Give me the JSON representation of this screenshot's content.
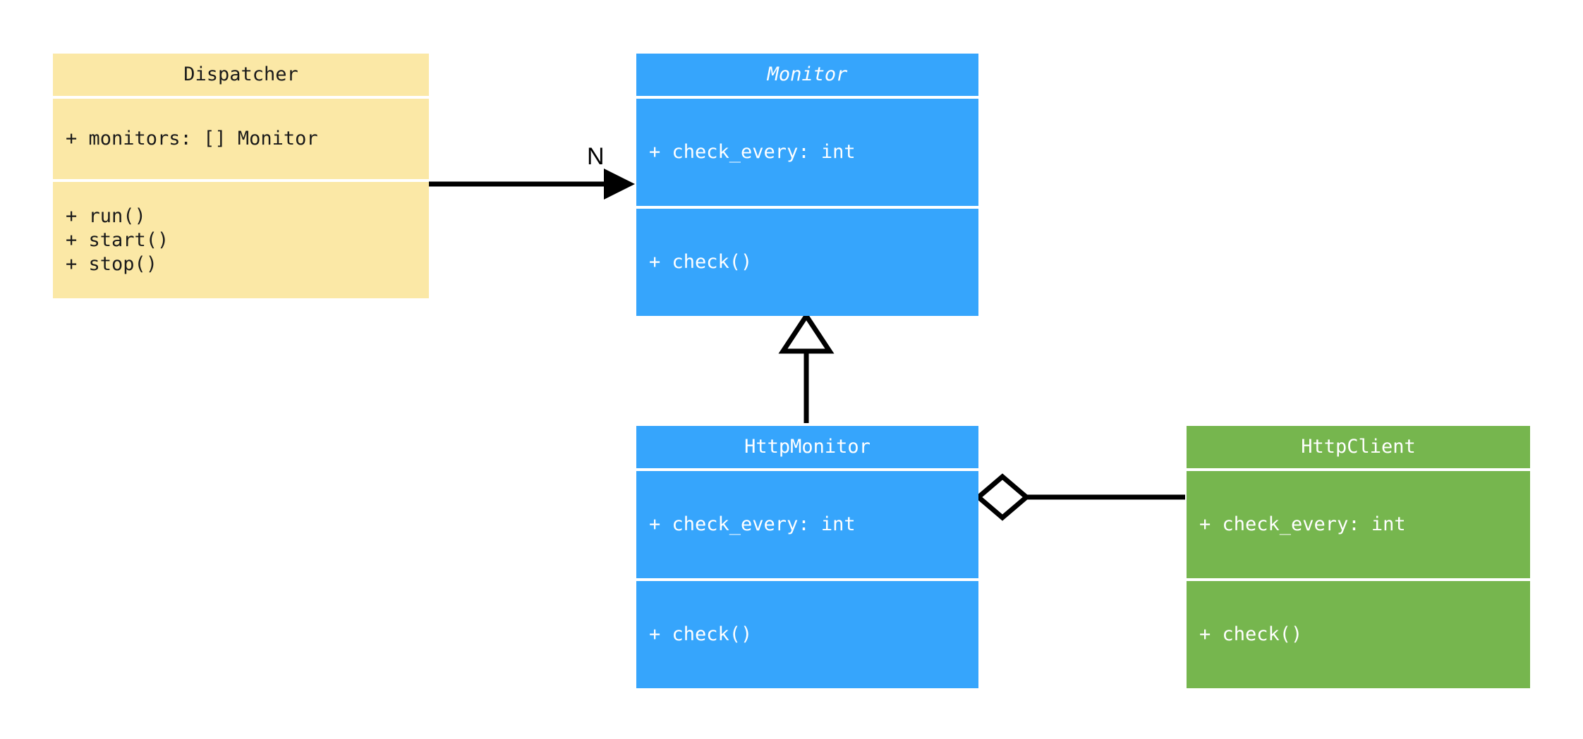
{
  "diagram": {
    "type": "uml-class-diagram",
    "background": "#ffffff",
    "palette": {
      "cream": "#fbe8a6",
      "blue": "#36a5fc",
      "green": "#76b64e",
      "line": "#000000",
      "text_dark": "#1a1a1a",
      "text_light": "#ffffff"
    }
  },
  "classes": {
    "dispatcher": {
      "name": "Dispatcher",
      "abstract": false,
      "color": "#fbe8a6",
      "attributes": [
        "+ monitors: [] Monitor"
      ],
      "methods": [
        "+ run()",
        "+ start()",
        "+ stop()"
      ]
    },
    "monitor": {
      "name": "Monitor",
      "abstract": true,
      "color": "#36a5fc",
      "attributes": [
        "+ check_every: int"
      ],
      "methods": [
        "+ check()"
      ]
    },
    "http_monitor": {
      "name": "HttpMonitor",
      "abstract": false,
      "color": "#36a5fc",
      "attributes": [
        "+ check_every: int"
      ],
      "methods": [
        "+ check()"
      ]
    },
    "http_client": {
      "name": "HttpClient",
      "abstract": false,
      "color": "#76b64e",
      "attributes": [
        "+ check_every: int"
      ],
      "methods": [
        "+ check()"
      ]
    }
  },
  "relationships": {
    "dispatcher_to_monitor": {
      "kind": "association-directed",
      "from": "Dispatcher",
      "to": "Monitor",
      "multiplicity_label": "N"
    },
    "http_monitor_to_monitor": {
      "kind": "generalization",
      "from": "HttpMonitor",
      "to": "Monitor",
      "multiplicity_label": ""
    },
    "http_monitor_to_http_client": {
      "kind": "aggregation",
      "from": "HttpMonitor",
      "to": "HttpClient",
      "multiplicity_label": ""
    }
  }
}
